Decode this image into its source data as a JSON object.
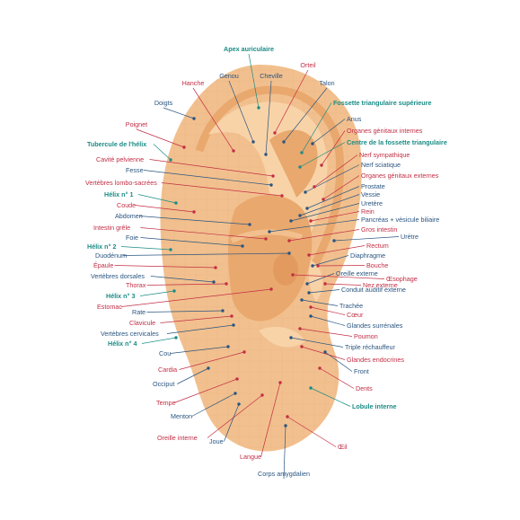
{
  "colors": {
    "skin_outer": "#f2c08e",
    "skin_inner": "#f8d3a8",
    "skin_shadow": "#e9a86e",
    "skin_deep": "#e29a5e",
    "grid": "#e8b07c",
    "teal": "#1a8c86",
    "red": "#c22e45",
    "blue": "#2a5580",
    "line_teal": "#1a8c86",
    "line_red": "#c22e45",
    "line_blue": "#2a5580"
  },
  "labels": [
    {
      "id": "apex-auriculaire",
      "text": "Apex auriculaire",
      "color": "teal",
      "bold": true
    },
    {
      "id": "orteil",
      "text": "Orteil",
      "color": "red",
      "bold": false
    },
    {
      "id": "genou",
      "text": "Genou",
      "color": "blue",
      "bold": false
    },
    {
      "id": "cheville",
      "text": "Cheville",
      "color": "blue",
      "bold": false
    },
    {
      "id": "hanche",
      "text": "Hanche",
      "color": "red",
      "bold": false
    },
    {
      "id": "talon",
      "text": "Talon",
      "color": "blue",
      "bold": false
    },
    {
      "id": "doigts",
      "text": "Doigts",
      "color": "blue",
      "bold": false
    },
    {
      "id": "fossette-triangulaire-superieure",
      "text": "Fossette triangulaire supérieure",
      "color": "teal",
      "bold": true
    },
    {
      "id": "anus",
      "text": "Anus",
      "color": "blue",
      "bold": false
    },
    {
      "id": "poignet",
      "text": "Poignet",
      "color": "red",
      "bold": false
    },
    {
      "id": "organes-genitaux-internes",
      "text": "Organes génitaux internes",
      "color": "red",
      "bold": false
    },
    {
      "id": "tubercule-helix",
      "text": "Tubercule de l'hélix",
      "color": "teal",
      "bold": true
    },
    {
      "id": "centre-fossette-triangulaire",
      "text": "Centre de la fossette triangulaire",
      "color": "teal",
      "bold": true
    },
    {
      "id": "cavite-pelvienne",
      "text": "Cavité pelvienne",
      "color": "red",
      "bold": false
    },
    {
      "id": "nerf-sympathique",
      "text": "Nerf sympathique",
      "color": "red",
      "bold": false
    },
    {
      "id": "fesse",
      "text": "Fesse",
      "color": "blue",
      "bold": false
    },
    {
      "id": "nerf-sciatique",
      "text": "Nerf sciatique",
      "color": "blue",
      "bold": false
    },
    {
      "id": "vertebres-lombo-sacrees",
      "text": "Vertèbres lombo-sacrées",
      "color": "red",
      "bold": false
    },
    {
      "id": "organes-genitaux-externes",
      "text": "Organes génitaux externes",
      "color": "red",
      "bold": false
    },
    {
      "id": "prostate",
      "text": "Prostate",
      "color": "blue",
      "bold": false
    },
    {
      "id": "helix-1",
      "text": "Hélix n° 1",
      "color": "teal",
      "bold": true
    },
    {
      "id": "vessie",
      "text": "Vessie",
      "color": "blue",
      "bold": false
    },
    {
      "id": "coude",
      "text": "Coude",
      "color": "red",
      "bold": false
    },
    {
      "id": "uretere",
      "text": "Uretère",
      "color": "blue",
      "bold": false
    },
    {
      "id": "abdomen",
      "text": "Abdomen",
      "color": "blue",
      "bold": false
    },
    {
      "id": "rein",
      "text": "Rein",
      "color": "red",
      "bold": false
    },
    {
      "id": "pancreas-vesicule",
      "text": "Pancréas + vésicule biliaire",
      "color": "blue",
      "bold": false
    },
    {
      "id": "intestin-grele",
      "text": "Intestin grêle",
      "color": "red",
      "bold": false
    },
    {
      "id": "gros-intestin",
      "text": "Gros intestin",
      "color": "red",
      "bold": false
    },
    {
      "id": "foie",
      "text": "Foie",
      "color": "blue",
      "bold": false
    },
    {
      "id": "uretre",
      "text": "Urètre",
      "color": "blue",
      "bold": false
    },
    {
      "id": "helix-2",
      "text": "Hélix n° 2",
      "color": "teal",
      "bold": true
    },
    {
      "id": "rectum",
      "text": "Rectum",
      "color": "red",
      "bold": false
    },
    {
      "id": "duodenum",
      "text": "Duodénum",
      "color": "blue",
      "bold": false
    },
    {
      "id": "diaphragme",
      "text": "Diaphragme",
      "color": "blue",
      "bold": false
    },
    {
      "id": "epaule",
      "text": "Épaule",
      "color": "red",
      "bold": false
    },
    {
      "id": "bouche",
      "text": "Bouche",
      "color": "red",
      "bold": false
    },
    {
      "id": "vertebres-dorsales",
      "text": "Vertèbres dorsales",
      "color": "blue",
      "bold": false
    },
    {
      "id": "oreille-externe",
      "text": "Oreille externe",
      "color": "blue",
      "bold": false
    },
    {
      "id": "oesophage",
      "text": "Œsophage",
      "color": "red",
      "bold": false
    },
    {
      "id": "thorax",
      "text": "Thorax",
      "color": "red",
      "bold": false
    },
    {
      "id": "nez-externe",
      "text": "Nez externe",
      "color": "red",
      "bold": false
    },
    {
      "id": "conduit-auditif-externe",
      "text": "Conduit auditif externe",
      "color": "blue",
      "bold": false
    },
    {
      "id": "helix-3",
      "text": "Hélix n° 3",
      "color": "teal",
      "bold": true
    },
    {
      "id": "estomac",
      "text": "Estomac",
      "color": "red",
      "bold": false
    },
    {
      "id": "trachee",
      "text": "Trachée",
      "color": "blue",
      "bold": false
    },
    {
      "id": "rate",
      "text": "Rate",
      "color": "blue",
      "bold": false
    },
    {
      "id": "coeur",
      "text": "Cœur",
      "color": "red",
      "bold": false
    },
    {
      "id": "clavicule",
      "text": "Clavicule",
      "color": "red",
      "bold": false
    },
    {
      "id": "glandes-surrenales",
      "text": "Glandes surrénales",
      "color": "blue",
      "bold": false
    },
    {
      "id": "vertebres-cervicales",
      "text": "Vertèbres cervicales",
      "color": "blue",
      "bold": false
    },
    {
      "id": "poumon",
      "text": "Poumon",
      "color": "red",
      "bold": false
    },
    {
      "id": "helix-4",
      "text": "Hélix n° 4",
      "color": "teal",
      "bold": true
    },
    {
      "id": "triple-rechauffeur",
      "text": "Triple réchauffeur",
      "color": "blue",
      "bold": false
    },
    {
      "id": "cou",
      "text": "Cou",
      "color": "blue",
      "bold": false
    },
    {
      "id": "glandes-endocrines",
      "text": "Glandes endocrines",
      "color": "red",
      "bold": false
    },
    {
      "id": "cardia",
      "text": "Cardia",
      "color": "red",
      "bold": false
    },
    {
      "id": "front",
      "text": "Front",
      "color": "blue",
      "bold": false
    },
    {
      "id": "occiput",
      "text": "Occiput",
      "color": "blue",
      "bold": false
    },
    {
      "id": "dents",
      "text": "Dents",
      "color": "red",
      "bold": false
    },
    {
      "id": "tempe",
      "text": "Tempe",
      "color": "red",
      "bold": false
    },
    {
      "id": "lobule-interne",
      "text": "Lobule interne",
      "color": "teal",
      "bold": true
    },
    {
      "id": "menton",
      "text": "Menton",
      "color": "blue",
      "bold": false
    },
    {
      "id": "oreille-interne",
      "text": "Oreille interne",
      "color": "red",
      "bold": false
    },
    {
      "id": "joue",
      "text": "Joue",
      "color": "blue",
      "bold": false
    },
    {
      "id": "oeil",
      "text": "Œil",
      "color": "red",
      "bold": false
    },
    {
      "id": "langue",
      "text": "Langue",
      "color": "red",
      "bold": false
    },
    {
      "id": "corps-amygdalien",
      "text": "Corps amygdalien",
      "color": "blue",
      "bold": false
    }
  ]
}
